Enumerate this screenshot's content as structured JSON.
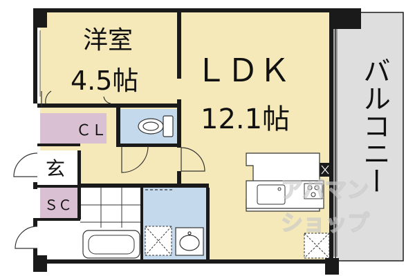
{
  "rooms": {
    "western": {
      "name": "洋室",
      "size": "4.5帖"
    },
    "ldk": {
      "name": "ＬＤＫ",
      "size": "12.1帖"
    },
    "closet": {
      "name": "ＣＬ"
    },
    "entrance": {
      "name": "玄"
    },
    "shoe_closet": {
      "name": "ＳＣ"
    },
    "balcony": {
      "name": "バルコニー"
    }
  },
  "watermark": {
    "line1": "アパマン",
    "line2": "ショップ"
  },
  "colors": {
    "room_fill": "#f6e9b9",
    "wet_fill": "#c4d9ec",
    "storage_fill": "#d9c0d2",
    "balcony_fill": "#dedede",
    "wall": "#1a1a1a"
  }
}
